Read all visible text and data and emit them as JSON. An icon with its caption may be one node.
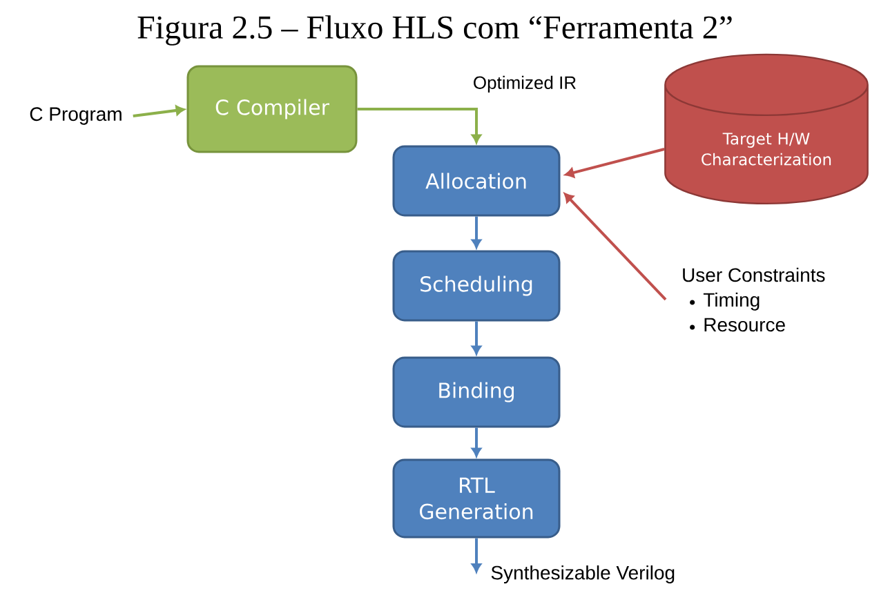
{
  "diagram": {
    "title": "Figura 2.5 – Fluxo HLS com “Ferramenta 2”",
    "nodes": [
      {
        "text": [
          "C Program"
        ]
      },
      {
        "text": [
          "C Compiler"
        ]
      },
      {
        "text": [
          "Allocation"
        ]
      },
      {
        "text": [
          "Scheduling"
        ]
      },
      {
        "text": [
          "Binding"
        ]
      },
      {
        "text": [
          "RTL Generation"
        ]
      },
      {
        "text": [
          "Target H/W Characterization"
        ]
      },
      {
        "text": [
          "User Constraints",
          "Timing",
          "Resource"
        ]
      },
      {
        "text": [
          "Synthesizable Verilog"
        ]
      }
    ],
    "edges": [
      {
        "from": 0,
        "to": 1,
        "arrow": "to",
        "color": "#8cb04a"
      },
      {
        "from": 1,
        "to": 2,
        "arrow": "to",
        "color": "#8cb04a",
        "label": "Optimized IR"
      },
      {
        "from": 2,
        "to": 3,
        "arrow": "to"
      },
      {
        "from": 3,
        "to": 4,
        "arrow": "to"
      },
      {
        "from": 4,
        "to": 5,
        "arrow": "to"
      },
      {
        "from": 5,
        "to": 8,
        "arrow": "to"
      },
      {
        "from": 6,
        "to": 2,
        "arrow": "to",
        "color": "#c0504d"
      },
      {
        "from": 7,
        "to": 2,
        "arrow": "to",
        "color": "#c0504d"
      }
    ]
  }
}
